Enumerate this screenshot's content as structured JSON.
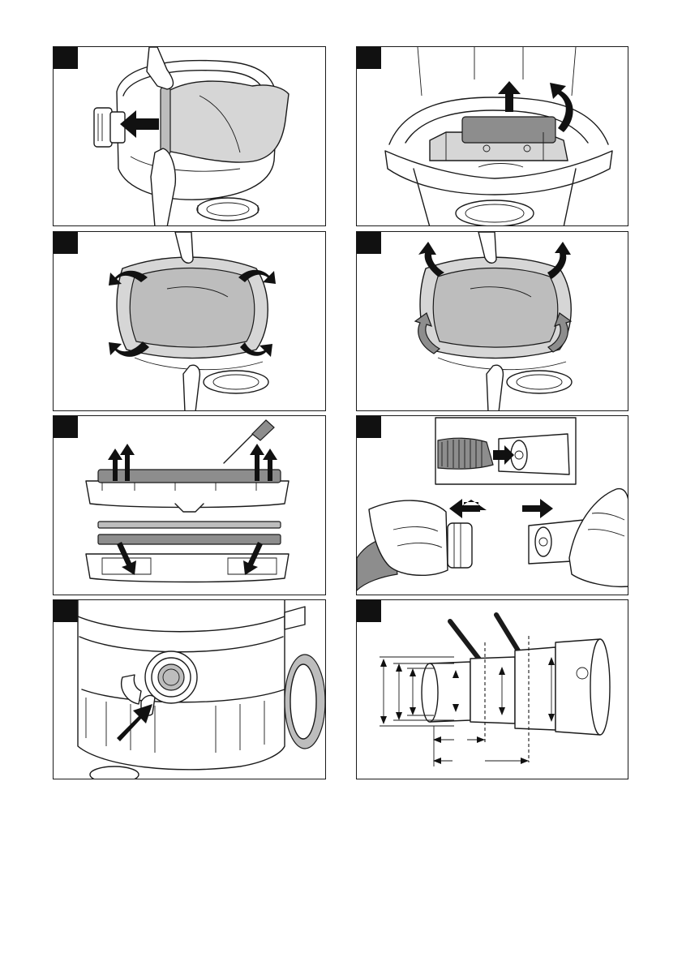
{
  "page": {
    "panels": [
      {
        "id": "p1",
        "caption": "",
        "icon": "remove-filter-bag"
      },
      {
        "id": "p2",
        "caption": "",
        "icon": "lift-filter-holder"
      },
      {
        "id": "p3",
        "caption": "",
        "icon": "fold-filter-out"
      },
      {
        "id": "p4",
        "caption": "",
        "icon": "fold-filter-in"
      },
      {
        "id": "p5",
        "caption": "",
        "icon": "replace-nozzle-strips"
      },
      {
        "id": "p6",
        "caption": "",
        "icon": "connect-hose-adapter"
      },
      {
        "id": "p7",
        "caption": "",
        "icon": "insert-hose-connector"
      },
      {
        "id": "p8",
        "caption": "",
        "icon": "cut-adapter-to-diameter"
      }
    ]
  }
}
